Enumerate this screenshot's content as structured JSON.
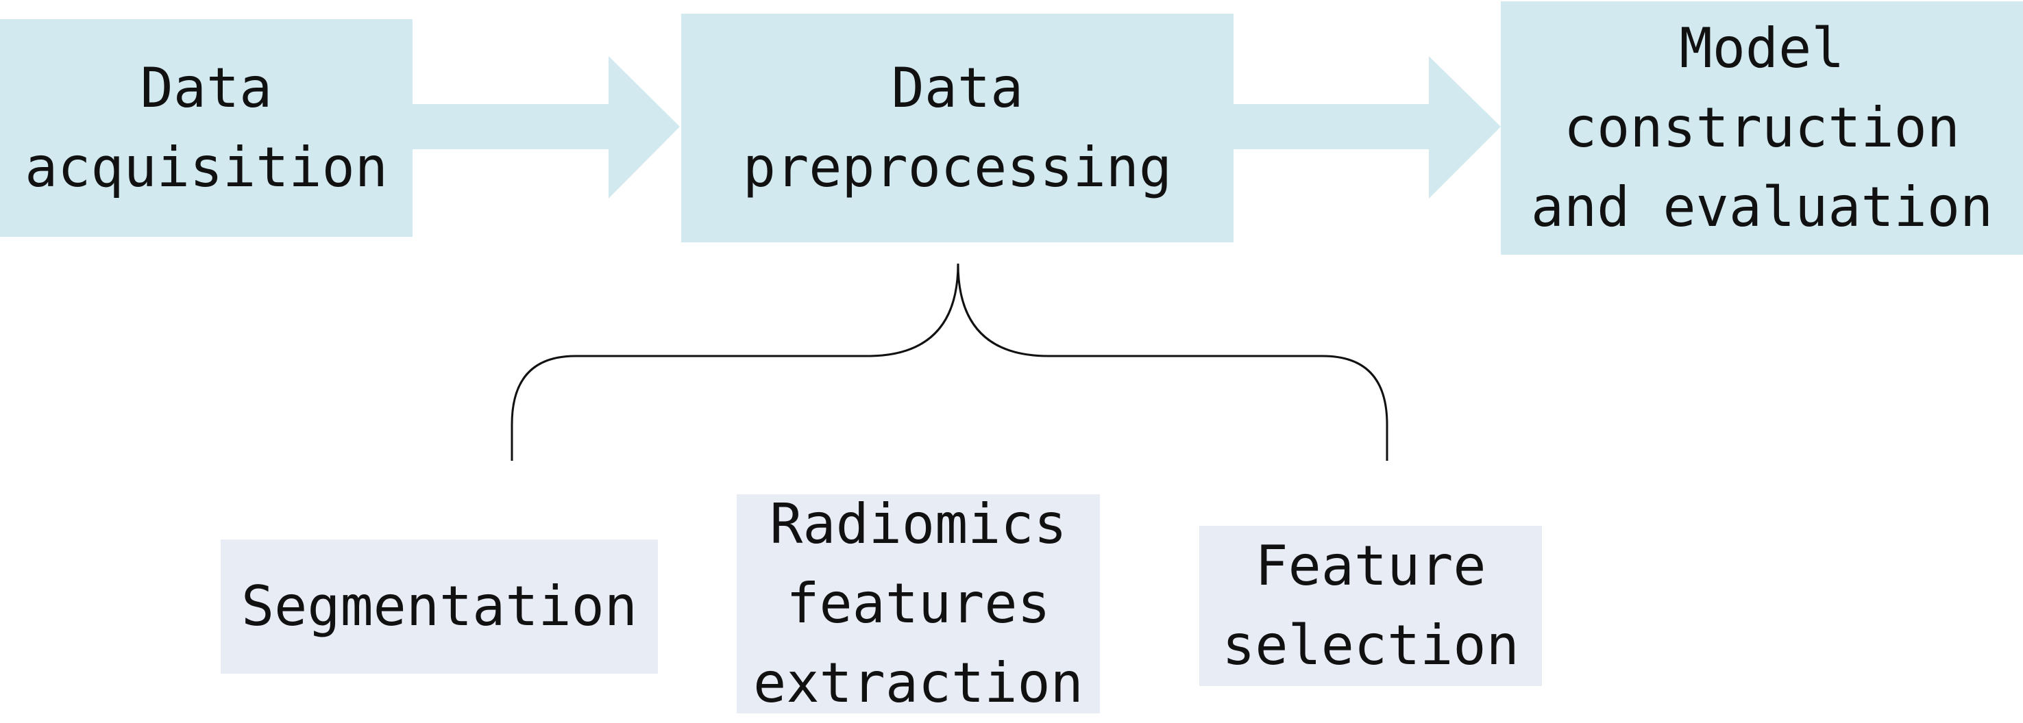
{
  "colors": {
    "main_box_fill": "#d2e9ef",
    "sub_box_fill": "#e8ecf5",
    "arrow_fill": "#d2e9ef",
    "brace_stroke": "#111111",
    "text": "#111111"
  },
  "main_steps": [
    {
      "lines": [
        "Data",
        "acquisition"
      ]
    },
    {
      "lines": [
        "Data",
        "preprocessing"
      ]
    },
    {
      "lines": [
        "Model",
        "construction",
        "and evaluation"
      ]
    }
  ],
  "sub_steps": [
    {
      "lines": [
        "Segmentation"
      ]
    },
    {
      "lines": [
        "Radiomics",
        "features",
        "extraction"
      ]
    },
    {
      "lines": [
        "Feature",
        "selection"
      ]
    }
  ]
}
